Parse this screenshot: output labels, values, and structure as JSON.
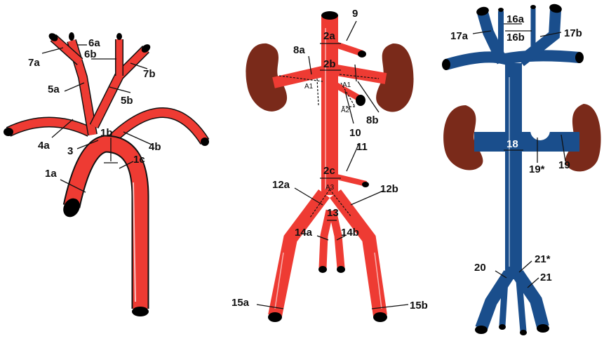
{
  "colors": {
    "artery": "#ee3b33",
    "vein": "#1a4e8c",
    "kidney": "#7a2a1a",
    "vessel_end": "#000000"
  },
  "labels": {
    "a1a": "1a",
    "a1b": "1b",
    "a1c": "1c",
    "a3": "3",
    "a4a": "4a",
    "a4b": "4b",
    "a5a": "5a",
    "a5b": "5b",
    "a6a": "6a",
    "a6b": "6b",
    "a7a": "7a",
    "a7b": "7b",
    "b2a": "2a",
    "b2b": "2b",
    "b2c": "2c",
    "b8a": "8a",
    "b8b": "8b",
    "b9": "9",
    "b10": "10",
    "b11": "11",
    "b12a": "12a",
    "b12b": "12b",
    "b13": "13",
    "b14a": "14a",
    "b14b": "14b",
    "b15a": "15a",
    "b15b": "15b",
    "bA1l": "A1",
    "bA1r": "A1",
    "bA2": "A2",
    "bA3": "A3",
    "c16a": "16a",
    "c16b": "16b",
    "c17a": "17a",
    "c17b": "17b",
    "c18": "18",
    "c19s": "19*",
    "c19": "19",
    "c20": "20",
    "c21s": "21*",
    "c21": "21"
  }
}
